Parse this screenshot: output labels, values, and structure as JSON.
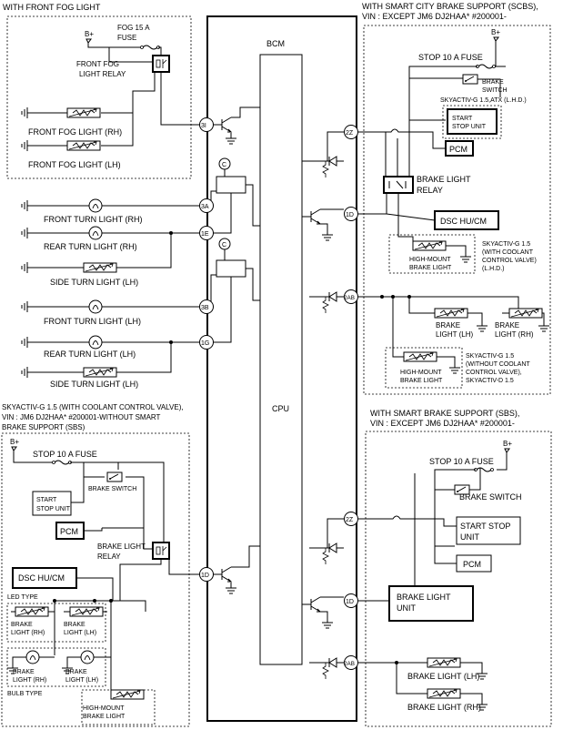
{
  "bcm": {
    "title": "BCM",
    "cpu": "CPU"
  },
  "fog": {
    "header": "WITH FRONT FOG LIGHT",
    "bplus": "B+",
    "fuse_line1": "FOG 15 A",
    "fuse_line2": "FUSE",
    "relay_line1": "FRONT FOG",
    "relay_line2": "LIGHT RELAY",
    "light_rh": "FRONT FOG LIGHT (RH)",
    "light_lh": "FRONT FOG LIGHT (LH)"
  },
  "turn": {
    "front_rh": "FRONT TURN LIGHT (RH)",
    "rear_rh": "REAR TURN LIGHT (RH)",
    "side_lh": "SIDE TURN LIGHT (LH)",
    "front_lh": "FRONT TURN LIGHT (LH)",
    "rear_lh": "REAR TURN LIGHT (LH)",
    "side_lh2": "SIDE TURN LIGHT (LH)",
    "c_label": "C"
  },
  "pins": {
    "p3i": "3I",
    "p3a": "3A",
    "p1e": "1E",
    "p3b": "3B",
    "p1g": "1G",
    "p1d": "1D",
    "p2z": "2Z",
    "p2ab": "2AB"
  },
  "scbs": {
    "header_line1": "WITH SMART CITY BRAKE SUPPORT (SCBS),",
    "header_line2": "VIN : EXCEPT JM6 DJ2HAA* #200001-",
    "bplus": "B+",
    "fuse": "STOP 10 A FUSE",
    "brake_switch_line1": "BRAKE",
    "brake_switch_line2": "SWITCH",
    "variant_note": "SKYACTIV-G 1.5,ATX (L.H.D.)",
    "start_stop_line1": "START",
    "start_stop_line2": "STOP UNIT",
    "pcm": "PCM",
    "relay_line1": "BRAKE LIGHT",
    "relay_line2": "RELAY",
    "dsc": "DSC HU/CM",
    "hm_line1": "HIGH-MOUNT",
    "hm_line2": "BRAKE LIGHT",
    "note1": [
      "SKYACTIV-G 1.5",
      "(WITH COOLANT",
      "CONTROL VALVE)",
      "(L.H.D.)"
    ],
    "brake_lh_line1": "BRAKE",
    "brake_lh_line2": "LIGHT (LH)",
    "brake_rh_line1": "BRAKE",
    "brake_rh_line2": "LIGHT (RH)",
    "hm2_line1": "HIGH-MOUNT",
    "hm2_line2": "BRAKE LIGHT",
    "note2": [
      "SKYACTIV-G 1.5",
      "(WITHOUT COOLANT",
      "CONTROL VALVE),",
      "SKYACTIV-D 1.5"
    ]
  },
  "cv": {
    "header_line1": "SKYACTIV-G 1.5 (WITH COOLANT CONTROL VALVE),",
    "header_line2": "VIN : JM6 DJ2HAA* #200001-WITHOUT SMART",
    "header_line3": "BRAKE SUPPORT (SBS)",
    "bplus": "B+",
    "fuse": "STOP 10 A FUSE",
    "brake_switch": "BRAKE SWITCH",
    "start_stop_line1": "START",
    "start_stop_line2": "STOP UNIT",
    "pcm": "PCM",
    "relay_line1": "BRAKE LIGHT",
    "relay_line2": "RELAY",
    "dsc": "DSC HU/CM",
    "led_type": "LED TYPE",
    "bulb_type": "BULB TYPE",
    "brake_rh_line1": "BRAKE",
    "brake_rh_line2": "LIGHT (RH)",
    "brake_lh_line1": "BRAKE",
    "brake_lh_line2": "LIGHT (LH)",
    "bulb_rh_line1": "BRAKE",
    "bulb_rh_line2": "LIGHT (RH)",
    "bulb_lh_line1": "BRAKE",
    "bulb_lh_line2": "LIGHT (LH)",
    "hm_line1": "HIGH-MOUNT",
    "hm_line2": "BRAKE LIGHT"
  },
  "sbs": {
    "header_line1": "WITH SMART BRAKE SUPPORT (SBS),",
    "header_line2": "VIN : EXCEPT JM6 DJ2HAA* #200001-",
    "bplus": "B+",
    "fuse": "STOP 10 A FUSE",
    "brake_switch": "BRAKE SWITCH",
    "start_stop_line1": "START STOP",
    "start_stop_line2": "UNIT",
    "pcm": "PCM",
    "blu_line1": "BRAKE LIGHT",
    "blu_line2": "UNIT",
    "brake_lh": "BRAKE LIGHT (LH)",
    "brake_rh": "BRAKE LIGHT (RH)"
  }
}
